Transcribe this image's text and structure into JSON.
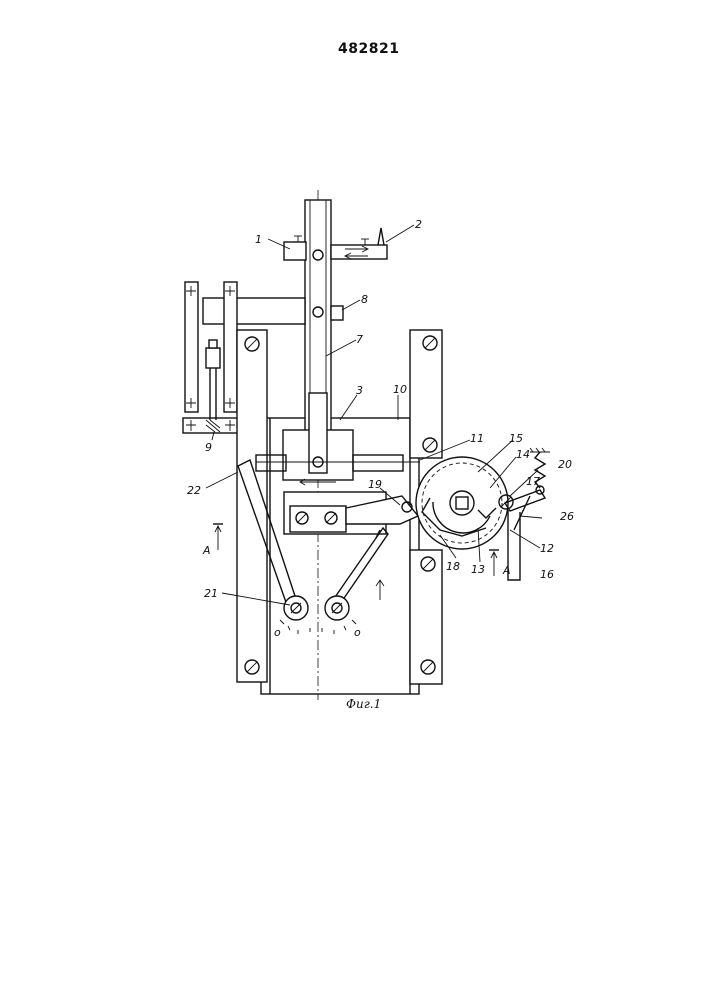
{
  "document": {
    "patent_number": "482821",
    "figure_caption": "Фиг.1"
  },
  "labels": {
    "l1": "1",
    "l2": "2",
    "l3": "3",
    "l7": "7",
    "l8": "8",
    "l9": "9",
    "l10": "10",
    "l11": "11",
    "l12": "12",
    "l13": "13",
    "l14": "14",
    "l15": "15",
    "l16": "16",
    "l17": "17",
    "l18": "18",
    "l19": "19",
    "l20": "20",
    "l21": "21",
    "l22": "22",
    "l26": "26",
    "sectionA_left": "A",
    "sectionA_right": "A"
  }
}
